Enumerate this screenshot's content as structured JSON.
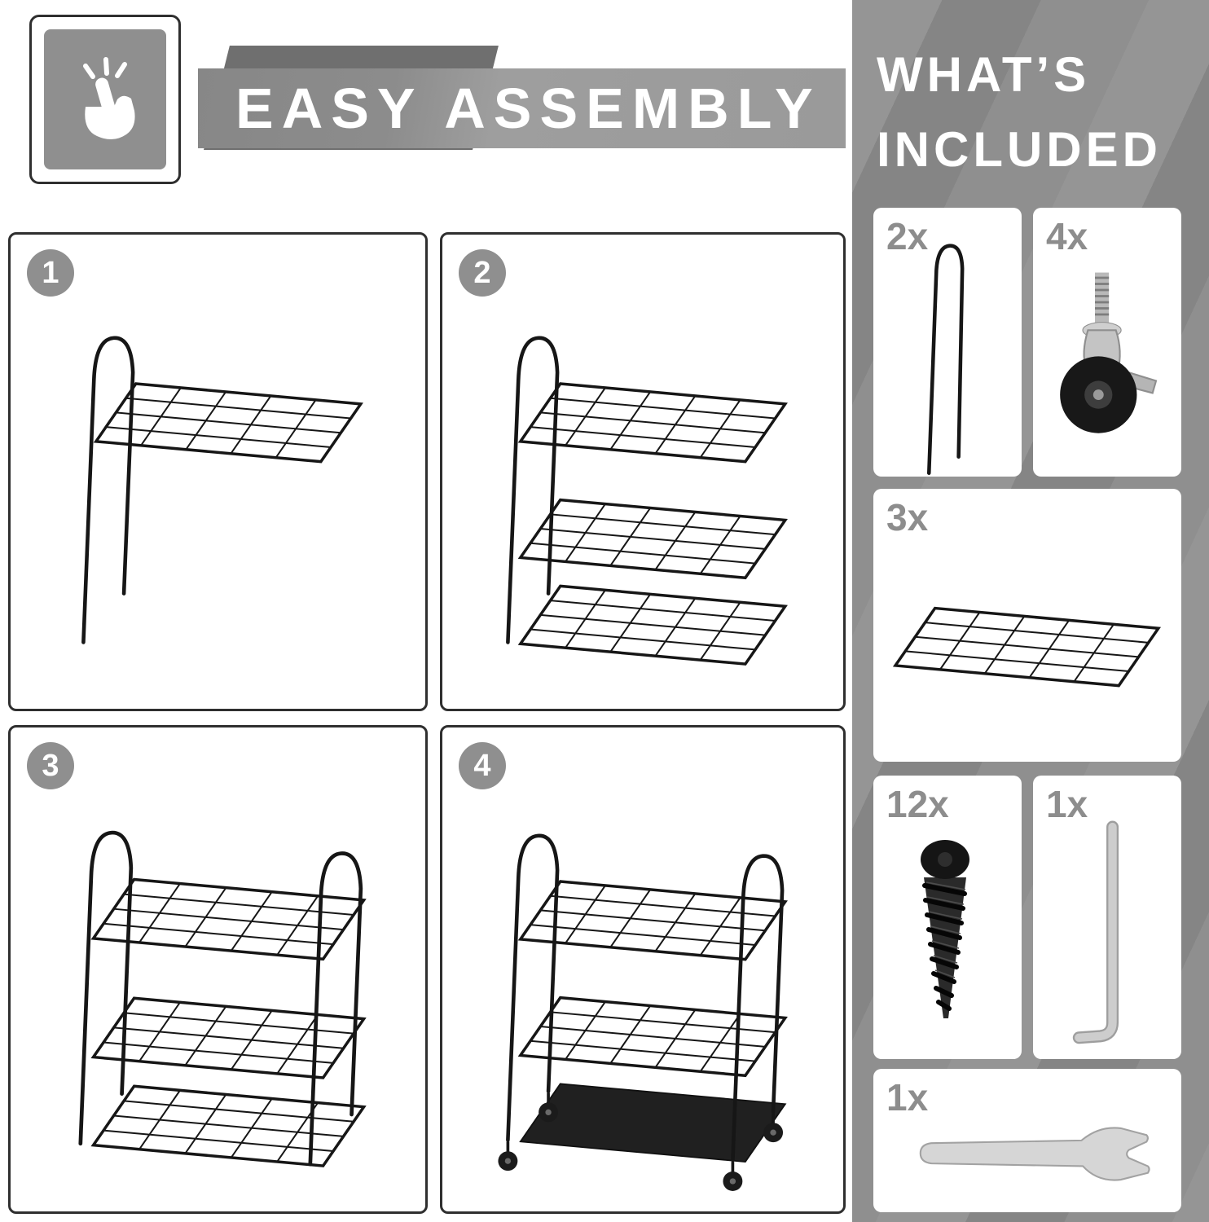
{
  "header": {
    "title": "EASY ASSEMBLY"
  },
  "steps": [
    {
      "number": "1"
    },
    {
      "number": "2"
    },
    {
      "number": "3"
    },
    {
      "number": "4"
    }
  ],
  "included": {
    "title_line1": "WHAT’S",
    "title_line2": "INCLUDED",
    "items": [
      {
        "qty": "2x",
        "name": "side-frame"
      },
      {
        "qty": "4x",
        "name": "caster-wheel"
      },
      {
        "qty": "3x",
        "name": "wire-grid-shelf"
      },
      {
        "qty": "12x",
        "name": "screw"
      },
      {
        "qty": "1x",
        "name": "allen-key"
      },
      {
        "qty": "1x",
        "name": "wrench"
      }
    ]
  },
  "icons": {
    "header_icon": "click-hand-icon"
  },
  "colors": {
    "banner_gray": "#9a9a9a",
    "shadow_gray": "#6f6f6f",
    "badge_gray": "#8f8f8f",
    "panel_border": "#2f2f2f",
    "frame_black": "#161616",
    "right_panel_gray": "#8d8d8d",
    "quantity_gray": "#8d8d8d",
    "text_white": "#ffffff"
  }
}
